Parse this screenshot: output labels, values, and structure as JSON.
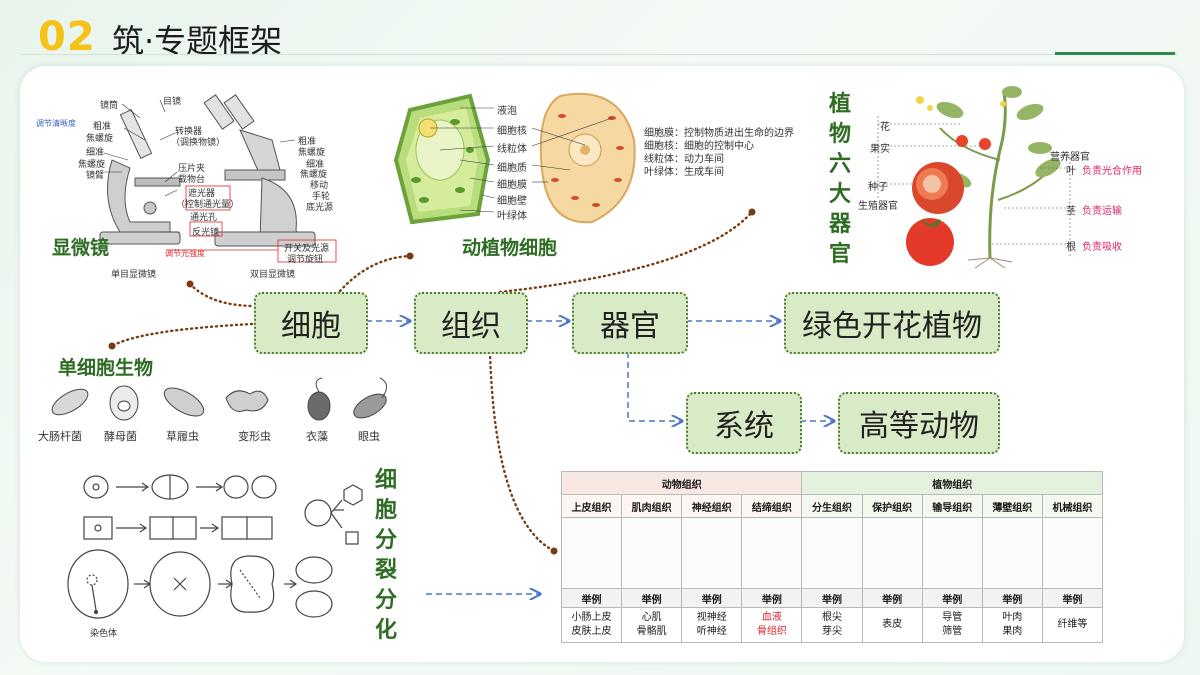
{
  "header": {
    "number": "02",
    "title": "筑·专题框架"
  },
  "boxes": {
    "cell": "细胞",
    "tissue": "组织",
    "organ": "器官",
    "plant": "绿色开花植物",
    "system": "系统",
    "animal": "高等动物"
  },
  "microscope": {
    "title": "显微镜",
    "caption_single": "单目显微镜",
    "caption_double": "双目显微镜",
    "labels_left": [
      "镜筒",
      "粗准",
      "焦螺旋",
      "细准",
      "焦螺旋",
      "镜臂"
    ],
    "label_clarity": "调节清晰度",
    "label_brightness": "调节光强度",
    "labels_center": [
      "目镜",
      "转换器",
      "（调换物镜）",
      "压片夹",
      "载物台",
      "遮光器",
      "（控制通光量）",
      "通光孔",
      "反光镜"
    ],
    "labels_right": [
      "粗准",
      "焦螺旋",
      "细准",
      "焦螺旋",
      "移动",
      "手轮",
      "底光源"
    ],
    "label_switch": [
      "开关及光源",
      "调节旋钮"
    ]
  },
  "cells": {
    "title": "动植物细胞",
    "labels": [
      "液泡",
      "细胞核",
      "线粒体",
      "细胞质",
      "细胞膜",
      "细胞壁",
      "叶绿体"
    ],
    "notes": [
      "细胞膜：控制物质进出生命的边界",
      "细胞核：细胞的控制中心",
      "线粒体：动力车间",
      "叶绿体：生成车间"
    ]
  },
  "plant_organs": {
    "title": "植物六大器官",
    "left_labels": [
      "花",
      "果实",
      "种子"
    ],
    "group_repro": "生殖器官",
    "group_nutri": "营养器官",
    "right_labels": [
      "叶",
      "茎",
      "根"
    ],
    "functions": [
      "负责光合作用",
      "负责运输",
      "负责吸收"
    ]
  },
  "unicellular": {
    "title": "单细胞生物",
    "names": [
      "大肠杆菌",
      "酵母菌",
      "草履虫",
      "变形虫",
      "衣藻",
      "眼虫"
    ]
  },
  "division": {
    "title": "细胞分裂分化",
    "chromosome": "染色体"
  },
  "tissue_table": {
    "animal_header": "动物组织",
    "plant_header": "植物组织",
    "animal_types": [
      "上皮组织",
      "肌肉组织",
      "神经组织",
      "结缔组织"
    ],
    "plant_types": [
      "分生组织",
      "保护组织",
      "输导组织",
      "薄壁组织",
      "机械组织"
    ],
    "example_label": "举例",
    "examples": [
      [
        "小肠上皮",
        "皮肤上皮"
      ],
      [
        "心肌",
        "骨骼肌"
      ],
      [
        "视神经",
        "听神经"
      ],
      [
        "血液",
        "骨组织"
      ],
      [
        "根尖",
        "芽尖"
      ],
      [
        "表皮",
        ""
      ],
      [
        "导管",
        "筛管"
      ],
      [
        "叶肉",
        "果肉"
      ],
      [
        "纤维等",
        ""
      ]
    ]
  },
  "colors": {
    "accent": "#f4c21b",
    "green_title": "#2f6d25",
    "box_fill": "#d9ebc6",
    "arrow_blue": "#4a78c8",
    "dot_brown": "#7a3a12",
    "red_text": "#e0242a"
  }
}
